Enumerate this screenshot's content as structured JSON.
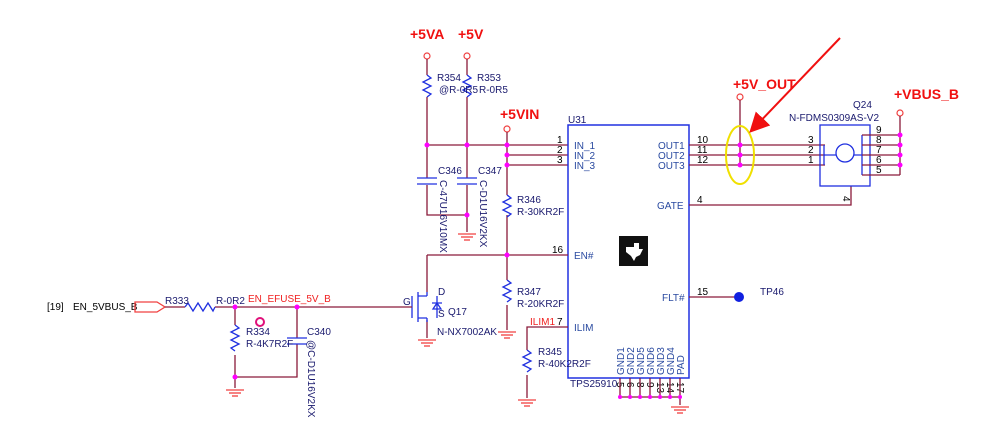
{
  "power_rails": {
    "p5va": "+5VA",
    "p5v": "+5V",
    "p5vin": "+5VIN",
    "p5v_out": "+5V_OUT",
    "vbus_b": "+VBUS_B"
  },
  "components": {
    "r354": {
      "ref": "R354",
      "value": "@R-0R5"
    },
    "r353": {
      "ref": "R353",
      "value": "R-0R5"
    },
    "c346": {
      "ref": "C346",
      "value": "C-47U16V10MX"
    },
    "c347": {
      "ref": "C347",
      "value": "C-D1U16V2KX"
    },
    "r346": {
      "ref": "R346",
      "value": "R-30KR2F"
    },
    "r347": {
      "ref": "R347",
      "value": "R-20KR2F"
    },
    "r345": {
      "ref": "R345",
      "value": "R-40K2R2F"
    },
    "r333": {
      "ref": "R333",
      "value": "R-0R2"
    },
    "r334": {
      "ref": "R334",
      "value": "R-4K7R2F"
    },
    "c340": {
      "ref": "C340",
      "value": "@C-D1U16V2KX"
    },
    "q17": {
      "ref": "Q17",
      "value": "N-NX7002AK",
      "g": "G",
      "d": "D",
      "s": "S"
    },
    "q24": {
      "ref": "Q24",
      "value": "N-FDMS0309AS-V2"
    },
    "tp46": {
      "ref": "TP46"
    }
  },
  "u31": {
    "ref": "U31",
    "part": "TPS25910",
    "left_pins": [
      {
        "num": "1",
        "name": "IN_1"
      },
      {
        "num": "2",
        "name": "IN_2"
      },
      {
        "num": "3",
        "name": "IN_3"
      },
      {
        "num": "16",
        "name": "EN#"
      },
      {
        "num": "7",
        "name": "ILIM"
      }
    ],
    "right_pins": [
      {
        "num": "10",
        "name": "OUT1"
      },
      {
        "num": "11",
        "name": "OUT2"
      },
      {
        "num": "12",
        "name": "OUT3"
      },
      {
        "num": "4",
        "name": "GATE"
      },
      {
        "num": "15",
        "name": "FLT#"
      }
    ],
    "bottom_pins": [
      {
        "num": "5",
        "name": "GND1"
      },
      {
        "num": "6",
        "name": "GND2"
      },
      {
        "num": "8",
        "name": "GND5"
      },
      {
        "num": "9",
        "name": "GND6"
      },
      {
        "num": "13",
        "name": "GND3"
      },
      {
        "num": "14",
        "name": "GND4"
      },
      {
        "num": "17",
        "name": "PAD"
      }
    ]
  },
  "q24_pins": {
    "left": [
      "3",
      "2",
      "1"
    ],
    "right": [
      "9",
      "8",
      "7",
      "6",
      "5"
    ],
    "gate": "4"
  },
  "nets": {
    "en_efuse": "EN_EFUSE_5V_B",
    "ilim1": "ILIM1",
    "sheet_ref": "[19]",
    "input_port": "EN_5VBUS_B"
  },
  "annotations": {
    "highlight_color": "#f0e000",
    "arrow_color": "#f01010"
  }
}
